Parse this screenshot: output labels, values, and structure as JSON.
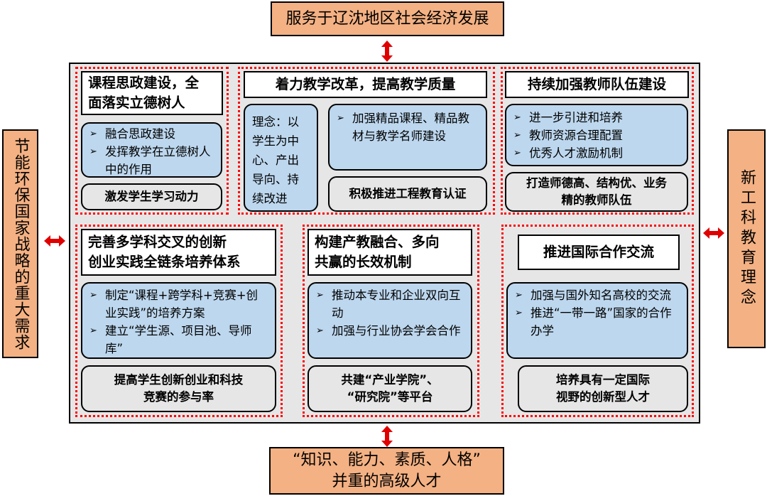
{
  "top": "服务于辽沈地区社会经济发展",
  "bottom": {
    "line1": "“知识、能力、素质、人格”",
    "line2": "并重的高级人才"
  },
  "left": "节能环保国家战略的重大需求",
  "right": "新工科教育理念",
  "bullet_glyph": "➢",
  "panels": {
    "p1": {
      "title_l1": "课程思政建设，全",
      "title_l2": "面落实立德树人",
      "items": [
        "融合思政建设",
        "发挥教学在立德树人中的作用"
      ],
      "result": "激发学生学习动力"
    },
    "p2": {
      "title": "着力教学改革，提高教学质量",
      "concept": "理念：以学生为中心、产出导向、持续改进",
      "items": [
        "加强精品课程、精品教材与教学名师建设"
      ],
      "result": "积极推进工程教育认证"
    },
    "p3": {
      "title": "持续加强教师队伍建设",
      "items": [
        "进一步引进和培养",
        "教师资源合理配置",
        "优秀人才激励机制"
      ],
      "result_l1": "打造师德高、结构优、业务",
      "result_l2": "精的教师队伍"
    },
    "p4": {
      "title_l1": "完善多学科交叉的创新",
      "title_l2": "创业实践全链条培养体系",
      "items": [
        "制定“课程+跨学科+竞赛+创业实践”的培养方案",
        "建立“学生源、项目池、导师库”"
      ],
      "result_l1": "提高学生创新创业和科技",
      "result_l2": "竞赛的参与率"
    },
    "p5": {
      "title_l1": "构建产教融合、多向",
      "title_l2": "共赢的长效机制",
      "items": [
        "推动本专业和企业双向互动",
        "加强与行业协会学会合作"
      ],
      "result_l1": "共建“产业学院”、",
      "result_l2": "“研究院”等平台"
    },
    "p6": {
      "title": "推进国际合作交流",
      "items": [
        "加强与国外知名高校的交流",
        "推进“一带一路”国家的合作办学"
      ],
      "result_l1": "培养具有一定国际",
      "result_l2": "视野的创新型人才"
    }
  },
  "colors": {
    "peach": "#f4b183",
    "blue": "#bdd7ee",
    "grey": "#e7e6e6",
    "accent_red": "#ff0000"
  }
}
